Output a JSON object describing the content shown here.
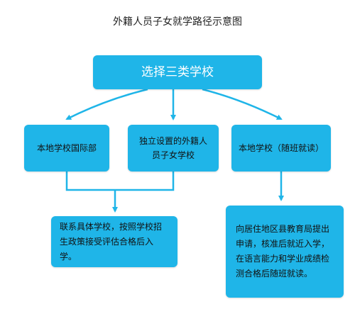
{
  "title": "外籍人员子女就学路径示意图",
  "nodes": {
    "root": "选择三类学校",
    "local_intl_dept": "本地学校国际部",
    "foreign_school": "独立设置的外籍人员子女学校",
    "local_school": "本地学校（随班就读）",
    "contact_school": "联系具体学校，按照学校招生政策接受评估合格后入学。",
    "apply_bureau": "向居住地区县教育局提出申请，核准后就近入学，在语言能力和学业成绩检测合格后随班就读。"
  },
  "colors": {
    "box": "#1fb5e8",
    "arrow": "#1fb5e8"
  }
}
